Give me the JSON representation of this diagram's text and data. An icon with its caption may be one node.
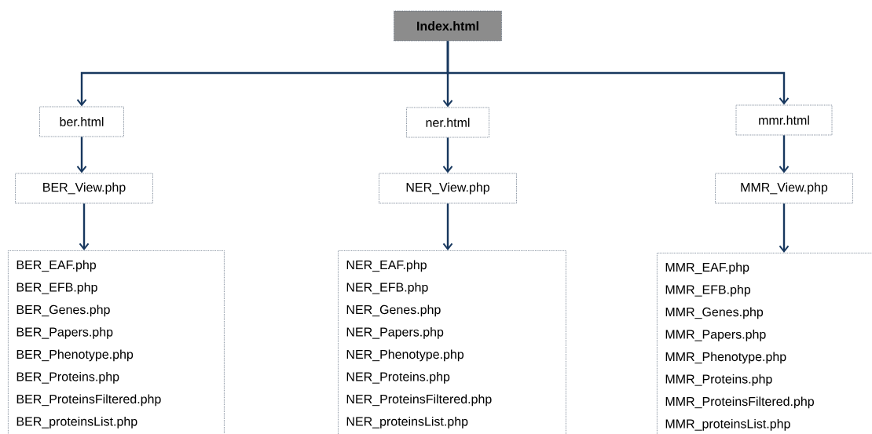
{
  "diagram": {
    "nodes": [
      {
        "text": [
          "Index.html"
        ]
      },
      {
        "text": [
          "ber.html"
        ]
      },
      {
        "text": [
          "ner.html"
        ]
      },
      {
        "text": [
          "mmr.html"
        ]
      },
      {
        "text": [
          "BER_View.php"
        ]
      },
      {
        "text": [
          "NER_View.php"
        ]
      },
      {
        "text": [
          "MMR_View.php"
        ]
      },
      {
        "text": [
          "BER_EAF.php",
          "BER_EFB.php",
          "BER_Genes.php",
          "BER_Papers.php",
          "BER_Phenotype.php",
          "BER_Proteins.php",
          "BER_ProteinsFiltered.php",
          "BER_proteinsList.php"
        ]
      },
      {
        "text": [
          "NER_EAF.php",
          "NER_EFB.php",
          "NER_Genes.php",
          "NER_Papers.php",
          "NER_Phenotype.php",
          "NER_Proteins.php",
          "NER_ProteinsFiltered.php",
          "NER_proteinsList.php"
        ]
      },
      {
        "text": [
          "MMR_EAF.php",
          "MMR_EFB.php",
          "MMR_Genes.php",
          "MMR_Papers.php",
          "MMR_Phenotype.php",
          "MMR_Proteins.php",
          "MMR_ProteinsFiltered.php",
          "MMR_proteinsList.php"
        ]
      }
    ],
    "edges": [
      {
        "from": 0,
        "to": 1,
        "arrow": "to"
      },
      {
        "from": 0,
        "to": 2,
        "arrow": "to"
      },
      {
        "from": 0,
        "to": 3,
        "arrow": "to"
      },
      {
        "from": 1,
        "to": 4,
        "arrow": "to"
      },
      {
        "from": 2,
        "to": 5,
        "arrow": "to"
      },
      {
        "from": 3,
        "to": 6,
        "arrow": "to"
      },
      {
        "from": 4,
        "to": 7,
        "arrow": "to"
      },
      {
        "from": 5,
        "to": 8,
        "arrow": "to"
      },
      {
        "from": 6,
        "to": 9,
        "arrow": "to"
      }
    ]
  }
}
